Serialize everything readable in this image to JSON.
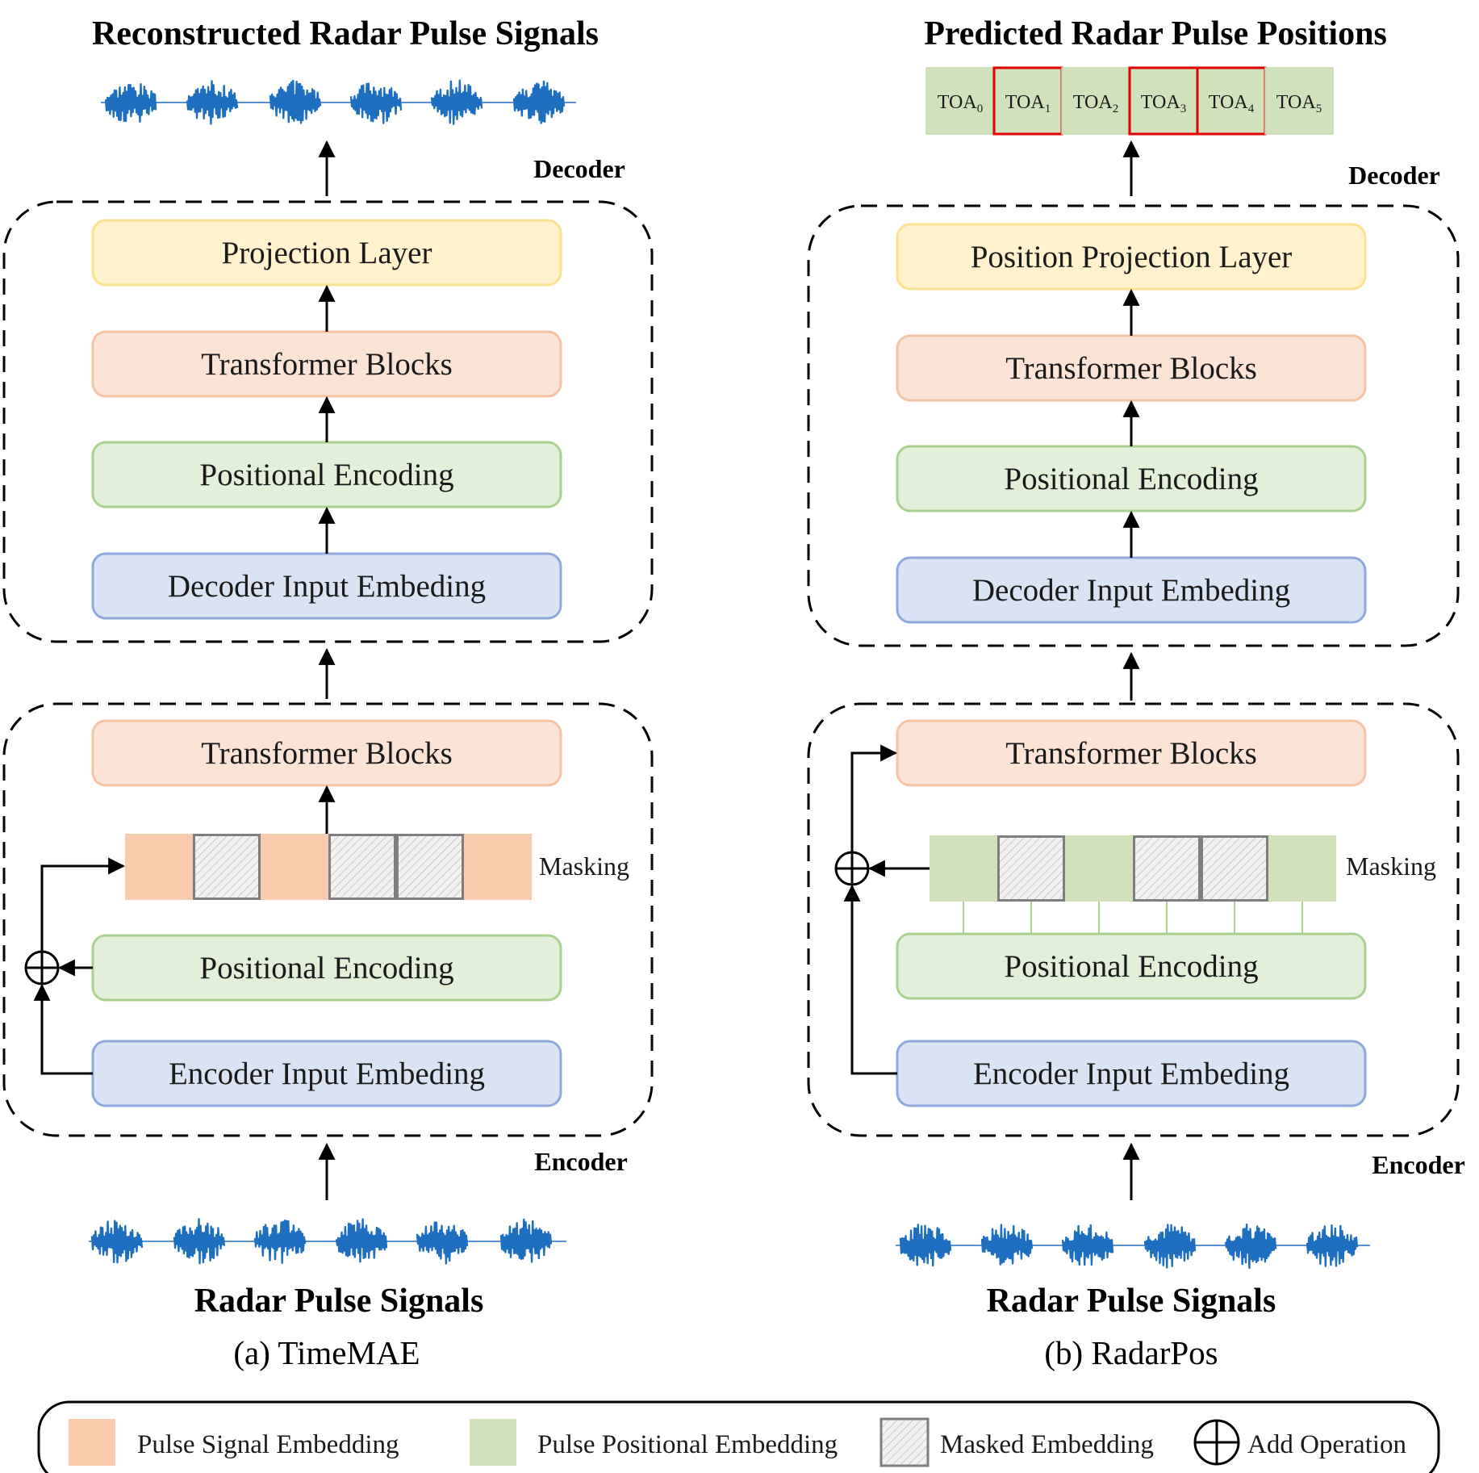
{
  "colors": {
    "projection_fill": "#fff2cc",
    "projection_stroke": "#fbe28e",
    "transformer_fill": "#fbe3d6",
    "transformer_stroke": "#f5c3a3",
    "positional_fill": "#e2f0d9",
    "positional_stroke": "#a9d18e",
    "embedding_fill": "#dae3f3",
    "embedding_stroke": "#8fa9dc",
    "pulse_signal": "#f8cbad",
    "pulse_positional": "#d0e1bc",
    "masked_stroke": "#7f7f7f",
    "toa_highlight": "#e00000",
    "waveform": "#1f6fc0"
  },
  "left": {
    "top_title": "Reconstructed Radar Pulse Signals",
    "decoder_label": "Decoder",
    "decoder_blocks": [
      "Projection Layer",
      "Transformer Blocks",
      "Positional Encoding",
      "Decoder Input Embeding"
    ],
    "encoder_blocks": {
      "transformer": "Transformer Blocks",
      "positional": "Positional Encoding",
      "input": "Encoder Input Embeding"
    },
    "masking_label": "Masking",
    "encoder_label": "Encoder",
    "bottom_title": "Radar Pulse Signals",
    "caption": "(a) TimeMAE"
  },
  "right": {
    "top_title": "Predicted Radar Pulse Positions",
    "toa_cells": [
      {
        "base": "TOA",
        "sub": "0",
        "highlight": false
      },
      {
        "base": "TOA",
        "sub": "1",
        "highlight": true
      },
      {
        "base": "TOA",
        "sub": "2",
        "highlight": false
      },
      {
        "base": "TOA",
        "sub": "3",
        "highlight": true
      },
      {
        "base": "TOA",
        "sub": "4",
        "highlight": true
      },
      {
        "base": "TOA",
        "sub": "5",
        "highlight": false
      }
    ],
    "decoder_label": "Decoder",
    "decoder_blocks": [
      "Position Projection Layer",
      "Transformer Blocks",
      "Positional Encoding",
      "Decoder Input Embeding"
    ],
    "encoder_blocks": {
      "transformer": "Transformer Blocks",
      "positional": "Positional Encoding",
      "input": "Encoder Input Embeding"
    },
    "masking_label": "Masking",
    "encoder_label": "Encoder",
    "bottom_title": "Radar Pulse Signals",
    "caption": "(b) RadarPos"
  },
  "masking_pattern": [
    false,
    true,
    false,
    true,
    true,
    false
  ],
  "legend": {
    "pulse_signal": "Pulse Signal Embedding",
    "pulse_positional": "Pulse Positional Embedding",
    "masked": "Masked Embedding",
    "add": "Add Operation"
  }
}
